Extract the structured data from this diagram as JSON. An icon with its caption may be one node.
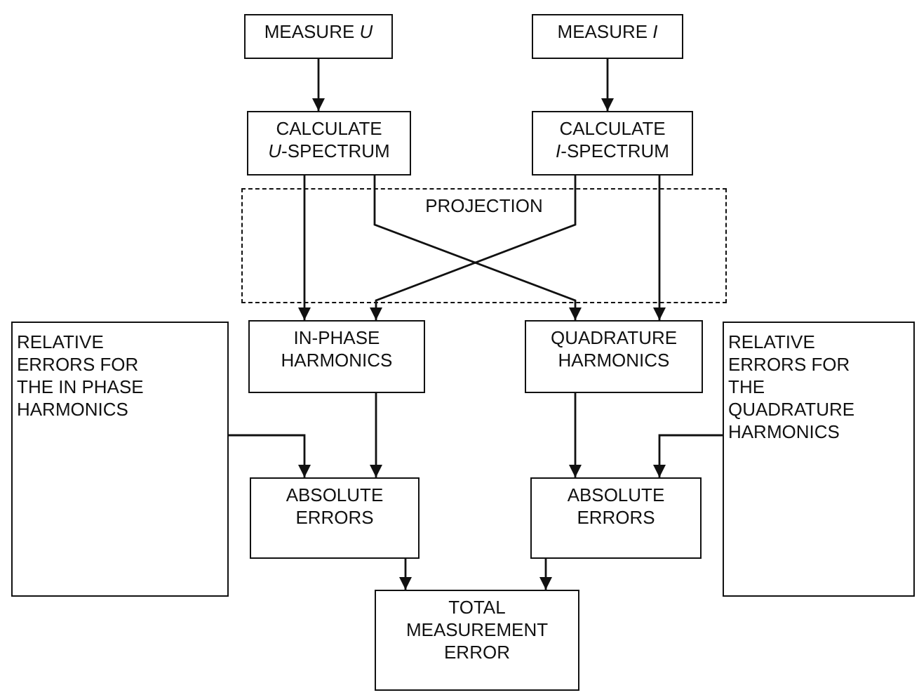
{
  "diagram": {
    "nodes": [
      {
        "text": [
          "MEASURE *U*"
        ]
      },
      {
        "text": [
          "MEASURE *I*"
        ]
      },
      {
        "text": [
          "CALCULATE *U*-SPECTRUM"
        ]
      },
      {
        "text": [
          "CALCULATE *I*-SPECTRUM"
        ]
      },
      {
        "text": [
          "RELATIVE ERRORS FOR THE IN PHASE HARMONICS"
        ]
      },
      {
        "text": [
          "IN-PHASE HARMONICS"
        ]
      },
      {
        "text": [
          "QUADRATURE HARMONICS"
        ]
      },
      {
        "text": [
          "RELATIVE ERRORS FOR THE QUADRATURE HARMONICS"
        ]
      },
      {
        "text": [
          "ABSOLUTE ERRORS"
        ]
      },
      {
        "text": [
          "ABSOLUTE ERRORS"
        ]
      },
      {
        "text": [
          "TOTAL MEASUREMENT ERROR"
        ]
      }
    ],
    "edges": [
      {
        "from": 0,
        "to": 2,
        "arrow": "to"
      },
      {
        "from": 1,
        "to": 3,
        "arrow": "to"
      },
      {
        "from": 2,
        "to": 5,
        "arrow": "to"
      },
      {
        "from": 2,
        "to": 6,
        "arrow": "to"
      },
      {
        "from": 3,
        "to": 5,
        "arrow": "to"
      },
      {
        "from": 3,
        "to": 6,
        "arrow": "to"
      },
      {
        "from": 4,
        "to": 8,
        "arrow": "to"
      },
      {
        "from": 5,
        "to": 8,
        "arrow": "to"
      },
      {
        "from": 6,
        "to": 9,
        "arrow": "to"
      },
      {
        "from": 7,
        "to": 9,
        "arrow": "to"
      },
      {
        "from": 8,
        "to": 10,
        "arrow": "to"
      },
      {
        "from": 9,
        "to": 10,
        "arrow": "to"
      }
    ],
    "labels": [
      "PROJECTION"
    ]
  }
}
